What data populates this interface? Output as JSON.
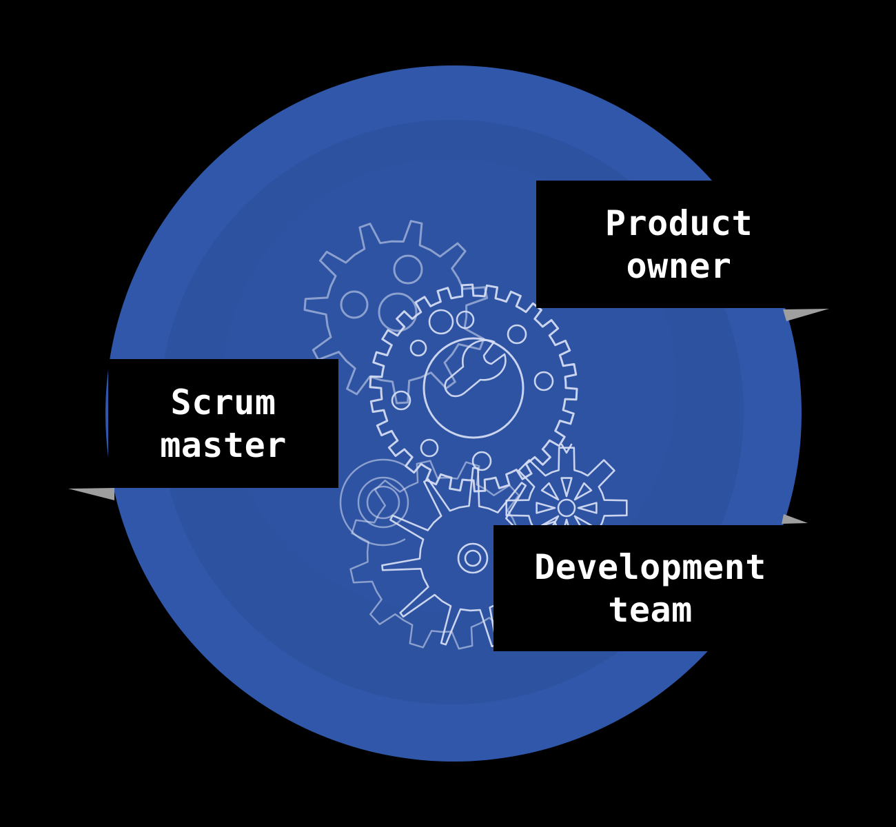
{
  "title": "Scrum roles diagram",
  "colors": {
    "background": "#000000",
    "circle_main": "#2e54a4",
    "circle_inner": "#2d52a0",
    "circle_rim": "#3057a9",
    "gear_line": "#d9e0f4",
    "label_bg": "#000000",
    "label_text": "#ffffff",
    "tail": "#9f9f9f"
  },
  "labels": {
    "product_owner": "Product\nowner",
    "scrum_master": "Scrum\nmaster",
    "development_team": "Development\nteam"
  },
  "icons": {
    "gear_cluster": "gear-cluster-icon",
    "top_cog": "cog-gear-icon",
    "ratchet_gear": "ratchet-gear-icon",
    "spiky_gear": "spiky-gear-icon",
    "starburst_gear": "starburst-gear-icon",
    "spiral": "concentric-spiral-icon",
    "wrench": "wrench-icon"
  }
}
